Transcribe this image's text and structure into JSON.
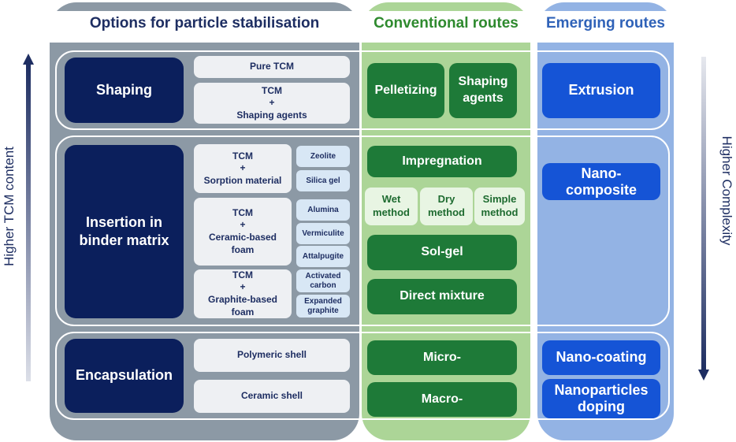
{
  "headers": {
    "options": "Options for particle stabilisation",
    "conventional": "Conventional routes",
    "emerging": "Emerging routes"
  },
  "axes": {
    "left": "Higher TCM content",
    "right": "Higher Complexity"
  },
  "shaping": {
    "title": "Shaping",
    "items": [
      "Pure TCM",
      "TCM\n+\nShaping agents"
    ],
    "conventional": [
      "Pelletizing",
      "Shaping\nagents"
    ],
    "emerging": "Extrusion"
  },
  "insertion": {
    "title": "Insertion in\nbinder matrix",
    "items": [
      "TCM\n+\nSorption material",
      "TCM\n+\nCeramic-based\nfoam",
      "TCM\n+\nGraphite-based\nfoam"
    ],
    "materials": [
      "Zeolite",
      "Silica gel",
      "Alumina",
      "Vermiculite",
      "Attalpugite",
      "Activated\ncarbon",
      "Expanded\ngraphite"
    ],
    "impregnation": "Impregnation",
    "methods": [
      "Wet\nmethod",
      "Dry\nmethod",
      "Simple\nmethod"
    ],
    "solgel": "Sol-gel",
    "direct": "Direct mixture",
    "emerging": "Nano-\ncomposite"
  },
  "encapsulation": {
    "title": "Encapsulation",
    "items": [
      "Polymeric shell",
      "Ceramic shell"
    ],
    "conventional": [
      "Micro-",
      "Macro-"
    ],
    "emerging": [
      "Nano-coating",
      "Nanoparticles\ndoping"
    ]
  },
  "colors": {
    "options_bg": "#8c99a5",
    "conventional_bg": "#acd597",
    "emerging_bg": "#93b3e4",
    "navy": "#0b1f5c",
    "green": "#1e7a38",
    "blue": "#1554d6"
  }
}
